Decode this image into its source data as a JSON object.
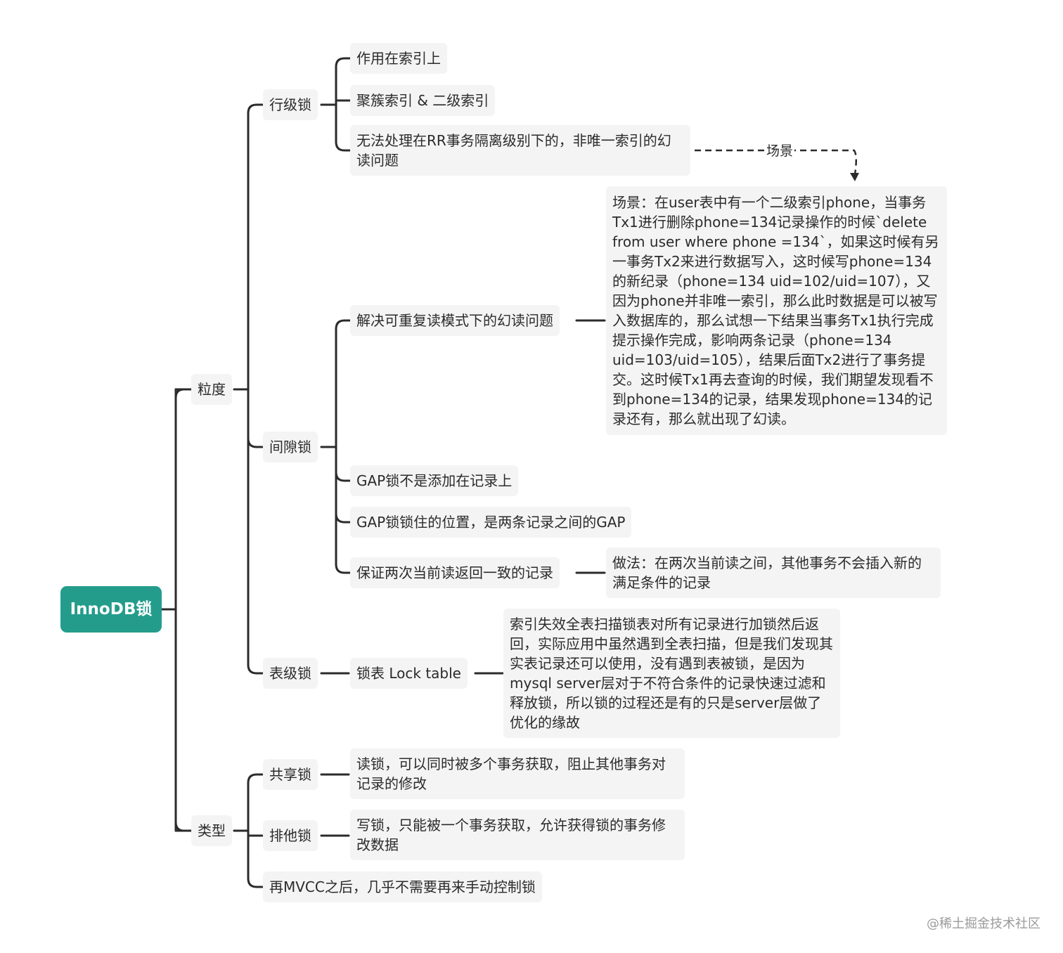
{
  "root": "InnoDB锁",
  "granularity": {
    "label": "粒度",
    "row_lock": {
      "label": "行级锁",
      "items": [
        "作用在索引上",
        "聚簇索引 & 二级索引",
        "无法处理在RR事务隔离级别下的，非唯一索引的幻读问题"
      ],
      "edge_label": "场景"
    },
    "gap_lock": {
      "label": "间隙锁",
      "items": [
        "解决可重复读模式下的幻读问题",
        "GAP锁不是添加在记录上",
        "GAP锁锁住的位置，是两条记录之间的GAP",
        "保证两次当前读返回一致的记录"
      ]
    },
    "scenario": "场景：在user表中有一个二级索引phone，当事务Tx1进行删除phone=134记录操作的时候`delete from user where phone =134`，如果这时候有另一事务Tx2来进行数据写入，这时候写phone=134的新纪录（phone=134 uid=102/uid=107），又因为phone并非唯一索引，那么此时数据是可以被写入数据库的，那么试想一下结果当事务Tx1执行完成提示操作完成，影响两条记录（phone=134 uid=103/uid=105），结果后面Tx2进行了事务提交。这时候Tx1再去查询的时候，我们期望发现看不到phone=134的记录，结果发现phone=134的记录还有，那么就出现了幻读。",
    "method": "做法：在两次当前读之间，其他事务不会插入新的满足条件的记录",
    "table_lock": {
      "label": "表级锁",
      "child": "锁表 Lock table",
      "note": "索引失效全表扫描锁表对所有记录进行加锁然后返回，实际应用中虽然遇到全表扫描，但是我们发现其实表记录还可以使用，没有遇到表被锁，是因为mysql server层对于不符合条件的记录快速过滤和释放锁，所以锁的过程还是有的只是server层做了优化的缘故"
    }
  },
  "type": {
    "label": "类型",
    "shared": {
      "label": "共享锁",
      "desc": "读锁，可以同时被多个事务获取，阻止其他事务对记录的修改"
    },
    "exclusive": {
      "label": "排他锁",
      "desc": "写锁，只能被一个事务获取，允许获得锁的事务修改数据"
    },
    "mvcc": "再MVCC之后，几乎不需要再来手动控制锁"
  },
  "watermark": "@稀土掘金技术社区",
  "colors": {
    "root": "#249c8c",
    "node_bg": "#f5f4f4",
    "line": "#2b2b2b"
  }
}
